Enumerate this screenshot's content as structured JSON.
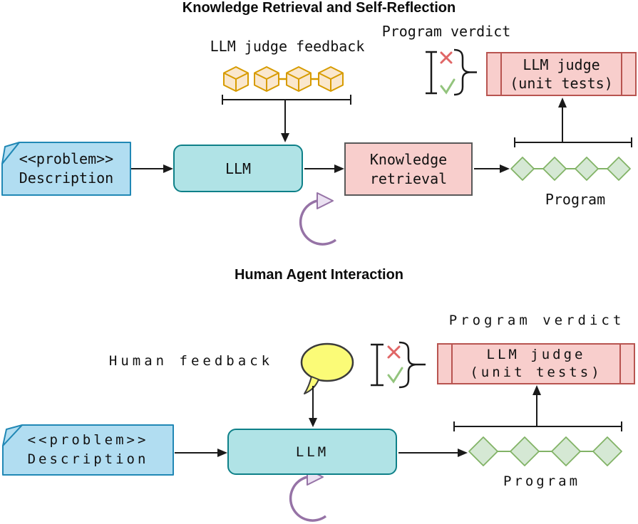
{
  "top": {
    "title": "Knowledge Retrieval and Self-Reflection",
    "judge_feedback_label": "LLM judge feedback",
    "program_verdict_label": "Program verdict",
    "program_label": "Program",
    "doc": {
      "stereotype": "<<problem>>",
      "name": "Description"
    },
    "llm_label": "LLM",
    "knowledge": {
      "line1": "Knowledge",
      "line2": "retrieval"
    },
    "judge": {
      "line1": "LLM judge",
      "line2": "(unit tests)"
    }
  },
  "bottom": {
    "title": "Human Agent Interaction",
    "human_feedback_label": "Human feedback",
    "program_verdict_label": "Program verdict",
    "program_label": "Program",
    "doc": {
      "stereotype": "<<problem>>",
      "name": "Description"
    },
    "llm_label": "LLM",
    "judge": {
      "line1": "LLM judge",
      "line2": "(unit tests)"
    }
  },
  "icons": {
    "cube": "orange isometric cube (knowledge block)",
    "speech_bubble": "yellow speech balloon",
    "refresh": "purple circular self-reflection arrow",
    "cross": "✗",
    "check": "✓",
    "brace": "}",
    "ibeam": "I"
  },
  "colors": {
    "doc_fill": "#B1DDF1",
    "doc_border": "#2188B5",
    "llm_fill": "#B0E3E6",
    "llm_border": "#0E8088",
    "judge_fill": "#F8CECC",
    "judge_border": "#B85450",
    "knowledge_fill": "#F8CECC",
    "knowledge_border": "#595959",
    "diamond_fill": "#D5E8D4",
    "diamond_border": "#82B366",
    "cube_fill": "#FAE7CD",
    "cube_border": "#D79B00",
    "bubble_fill": "#FBFB77",
    "refresh_arrow": "#9673A6",
    "cross": "#E06666",
    "check": "#93C47D",
    "line": "#1a1a1a"
  }
}
